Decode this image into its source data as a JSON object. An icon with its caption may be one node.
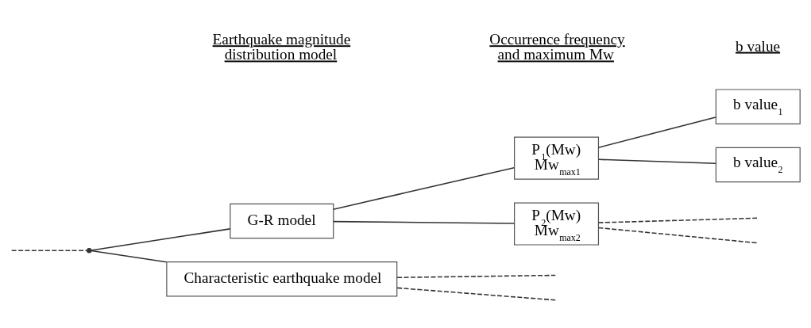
{
  "diagram": {
    "nodes": [
      {
        "text": [],
        "shape": "point"
      },
      {
        "text": [
          "G-R model"
        ]
      },
      {
        "text": [
          "Characteristic earthquake model"
        ]
      },
      {
        "text": [
          "P$_{1}$(Mw)",
          "Mw$_{max1}$"
        ]
      },
      {
        "text": [
          "P$_{2}$(Mw)",
          "Mw$_{max2}$"
        ]
      },
      {
        "text": [
          "b value$_{1}$"
        ]
      },
      {
        "text": [
          "b value$_{2}$"
        ]
      }
    ],
    "edges": [
      {
        "from": null,
        "to": 0,
        "arrow": "none",
        "style": "dashed"
      },
      {
        "from": 0,
        "to": 1,
        "arrow": "none"
      },
      {
        "from": 0,
        "to": 2,
        "arrow": "none"
      },
      {
        "from": 1,
        "to": 3,
        "arrow": "none"
      },
      {
        "from": 1,
        "to": 4,
        "arrow": "none"
      },
      {
        "from": 3,
        "to": 5,
        "arrow": "none"
      },
      {
        "from": 3,
        "to": 6,
        "arrow": "none"
      },
      {
        "from": 4,
        "to": null,
        "arrow": "none",
        "style": "dashed"
      },
      {
        "from": 4,
        "to": null,
        "arrow": "none",
        "style": "dashed"
      },
      {
        "from": 2,
        "to": null,
        "arrow": "none",
        "style": "dashed"
      },
      {
        "from": 2,
        "to": null,
        "arrow": "none",
        "style": "dashed"
      }
    ],
    "labels": [
      "Earthquake magnitude distribution model",
      "Occurrence frequency and maximum Mw",
      "b value"
    ]
  }
}
